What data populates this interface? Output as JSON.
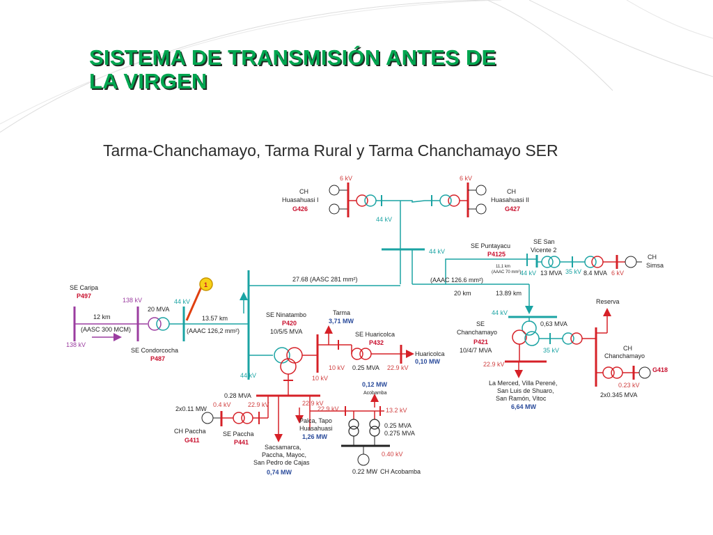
{
  "slide": {
    "title_line1": "SISTEMA DE TRANSMISIÓN ANTES DE",
    "title_line2": "LA VIRGEN",
    "subtitle": "Tarma-Chanchamayo, Tarma Rural y Tarma Chanchamayo SER"
  },
  "colors": {
    "title": "#00a650",
    "line_44kv": "#1aa3a3",
    "line_22kv": "#d62027",
    "line_138kv": "#9b3da0",
    "demand_text": "#2a4b9b"
  },
  "diagram": {
    "ch_huasahuasi1": {
      "name": "CH",
      "name2": "Huasahuasi I",
      "code": "G426",
      "voltage": "6 kV"
    },
    "ch_huasahuasi2": {
      "name": "CH",
      "name2": "Huasahuasi II",
      "code": "G427",
      "voltage": "6 kV"
    },
    "bus_44kv_top": "44 kV",
    "bus_44kv_mid": "44 kV",
    "se_puntayacu": {
      "name": "SE Puntayacu",
      "code": "P4125"
    },
    "se_san_vicente": {
      "name": "SE San",
      "name2": "Vicente 2"
    },
    "san_vicente_line": "11,1 km",
    "san_vicente_cond": "(AAAC 70 mm²)",
    "san_vicente_v44": "44 kV",
    "san_vicente_mva": "13 MVA",
    "san_vicente_v35": "35 kV",
    "simsa_mva": "8.4 MVA",
    "simsa_v6": "6 kV",
    "ch_simsa": {
      "name": "CH",
      "name2": "Simsa"
    },
    "line_2768": "27.68 (AASC 281 mm²)",
    "line_aaac126": "(AAAC 126.6 mm²)",
    "km_20": "20 km",
    "km_1389": "13.89 km",
    "se_caripa": {
      "name": "SE Caripa",
      "code": "P497"
    },
    "caripa_138a": "138 kV",
    "caripa_138b": "138 kV",
    "caripa_km": "12 km",
    "caripa_cond": "(AASC 300 MCM)",
    "condor_mva": "20 MVA",
    "condor_44": "44 kV",
    "condor_km": "13.57 km",
    "condor_cond": "(AAAC 126,2 mm²)",
    "se_condorcocha": {
      "name": "SE Condorcocha",
      "code": "P487"
    },
    "badge": "1",
    "se_ninatambo": {
      "name": "SE Ninatambo",
      "code": "P420",
      "mva": "10/5/5 MVA"
    },
    "tarma_load": {
      "name": "Tarma",
      "mw": "3,71 MW"
    },
    "se_huaricolca": {
      "name": "SE Huaricolca",
      "code": "P432"
    },
    "hc_10kv": "10 kV",
    "hc_025mva": "0.25 MVA",
    "hc_229": "22.9 kV",
    "huaricolca_load": {
      "name": "Huaricolca",
      "mw": "0,10 MW"
    },
    "nina_10kv": "10 kV",
    "left_44kv": "44 kV",
    "paccha_028": "0.28 MVA",
    "bus_229_a": "22.9 kV",
    "ch_paccha_mw": "2x0.11 MW",
    "paccha_04": "0.4 kV",
    "paccha_229": "22.9 kV",
    "ch_paccha": {
      "name": "CH Paccha",
      "code": "G411"
    },
    "se_paccha": {
      "name": "SE Paccha",
      "code": "P441"
    },
    "sacsamarca_load": {
      "line1": "Sacsamarca,",
      "line2": "Paccha, Mayoc,",
      "line3": "San Pedro de Cajas",
      "mw": "0,74 MW"
    },
    "palca_load": {
      "line1": "Palca, Tapo",
      "line2": "Huasahuasi",
      "mw": "1,26 MW"
    },
    "acobamba_load": {
      "mw": "0,12 MW",
      "name": "Acobamba"
    },
    "aco_229": "22.9 kV",
    "aco_132": "13.2 kV",
    "aco_mva1": "0.25 MVA",
    "aco_mva2": "0.275 MVA",
    "aco_040": "0.40 kV",
    "ch_acobamba": {
      "mw": "0.22 MW",
      "name": "CH Acobamba"
    },
    "se_chanchamayo": {
      "name": "SE",
      "name2": "Chanchamayo",
      "code": "P421",
      "mva": "10/4/7 MVA"
    },
    "chan_44": "44 kV",
    "chan_063": "0,63 MVA",
    "chan_35": "35 kV",
    "chan_229": "22.9 kV",
    "merced_load": {
      "line1": "La Merced, Villa Perené,",
      "line2": "San Luis de Shuaro,",
      "line3": "San Ramón, Vitoc",
      "mw": "6,64 MW"
    },
    "reserva": "Reserva",
    "ch_chanchamayo": {
      "name": "CH",
      "name2": "Chanchamayo",
      "code": "G418"
    },
    "chan_023": "0.23 kV",
    "chan_2x0345": "2x0.345 MVA"
  }
}
